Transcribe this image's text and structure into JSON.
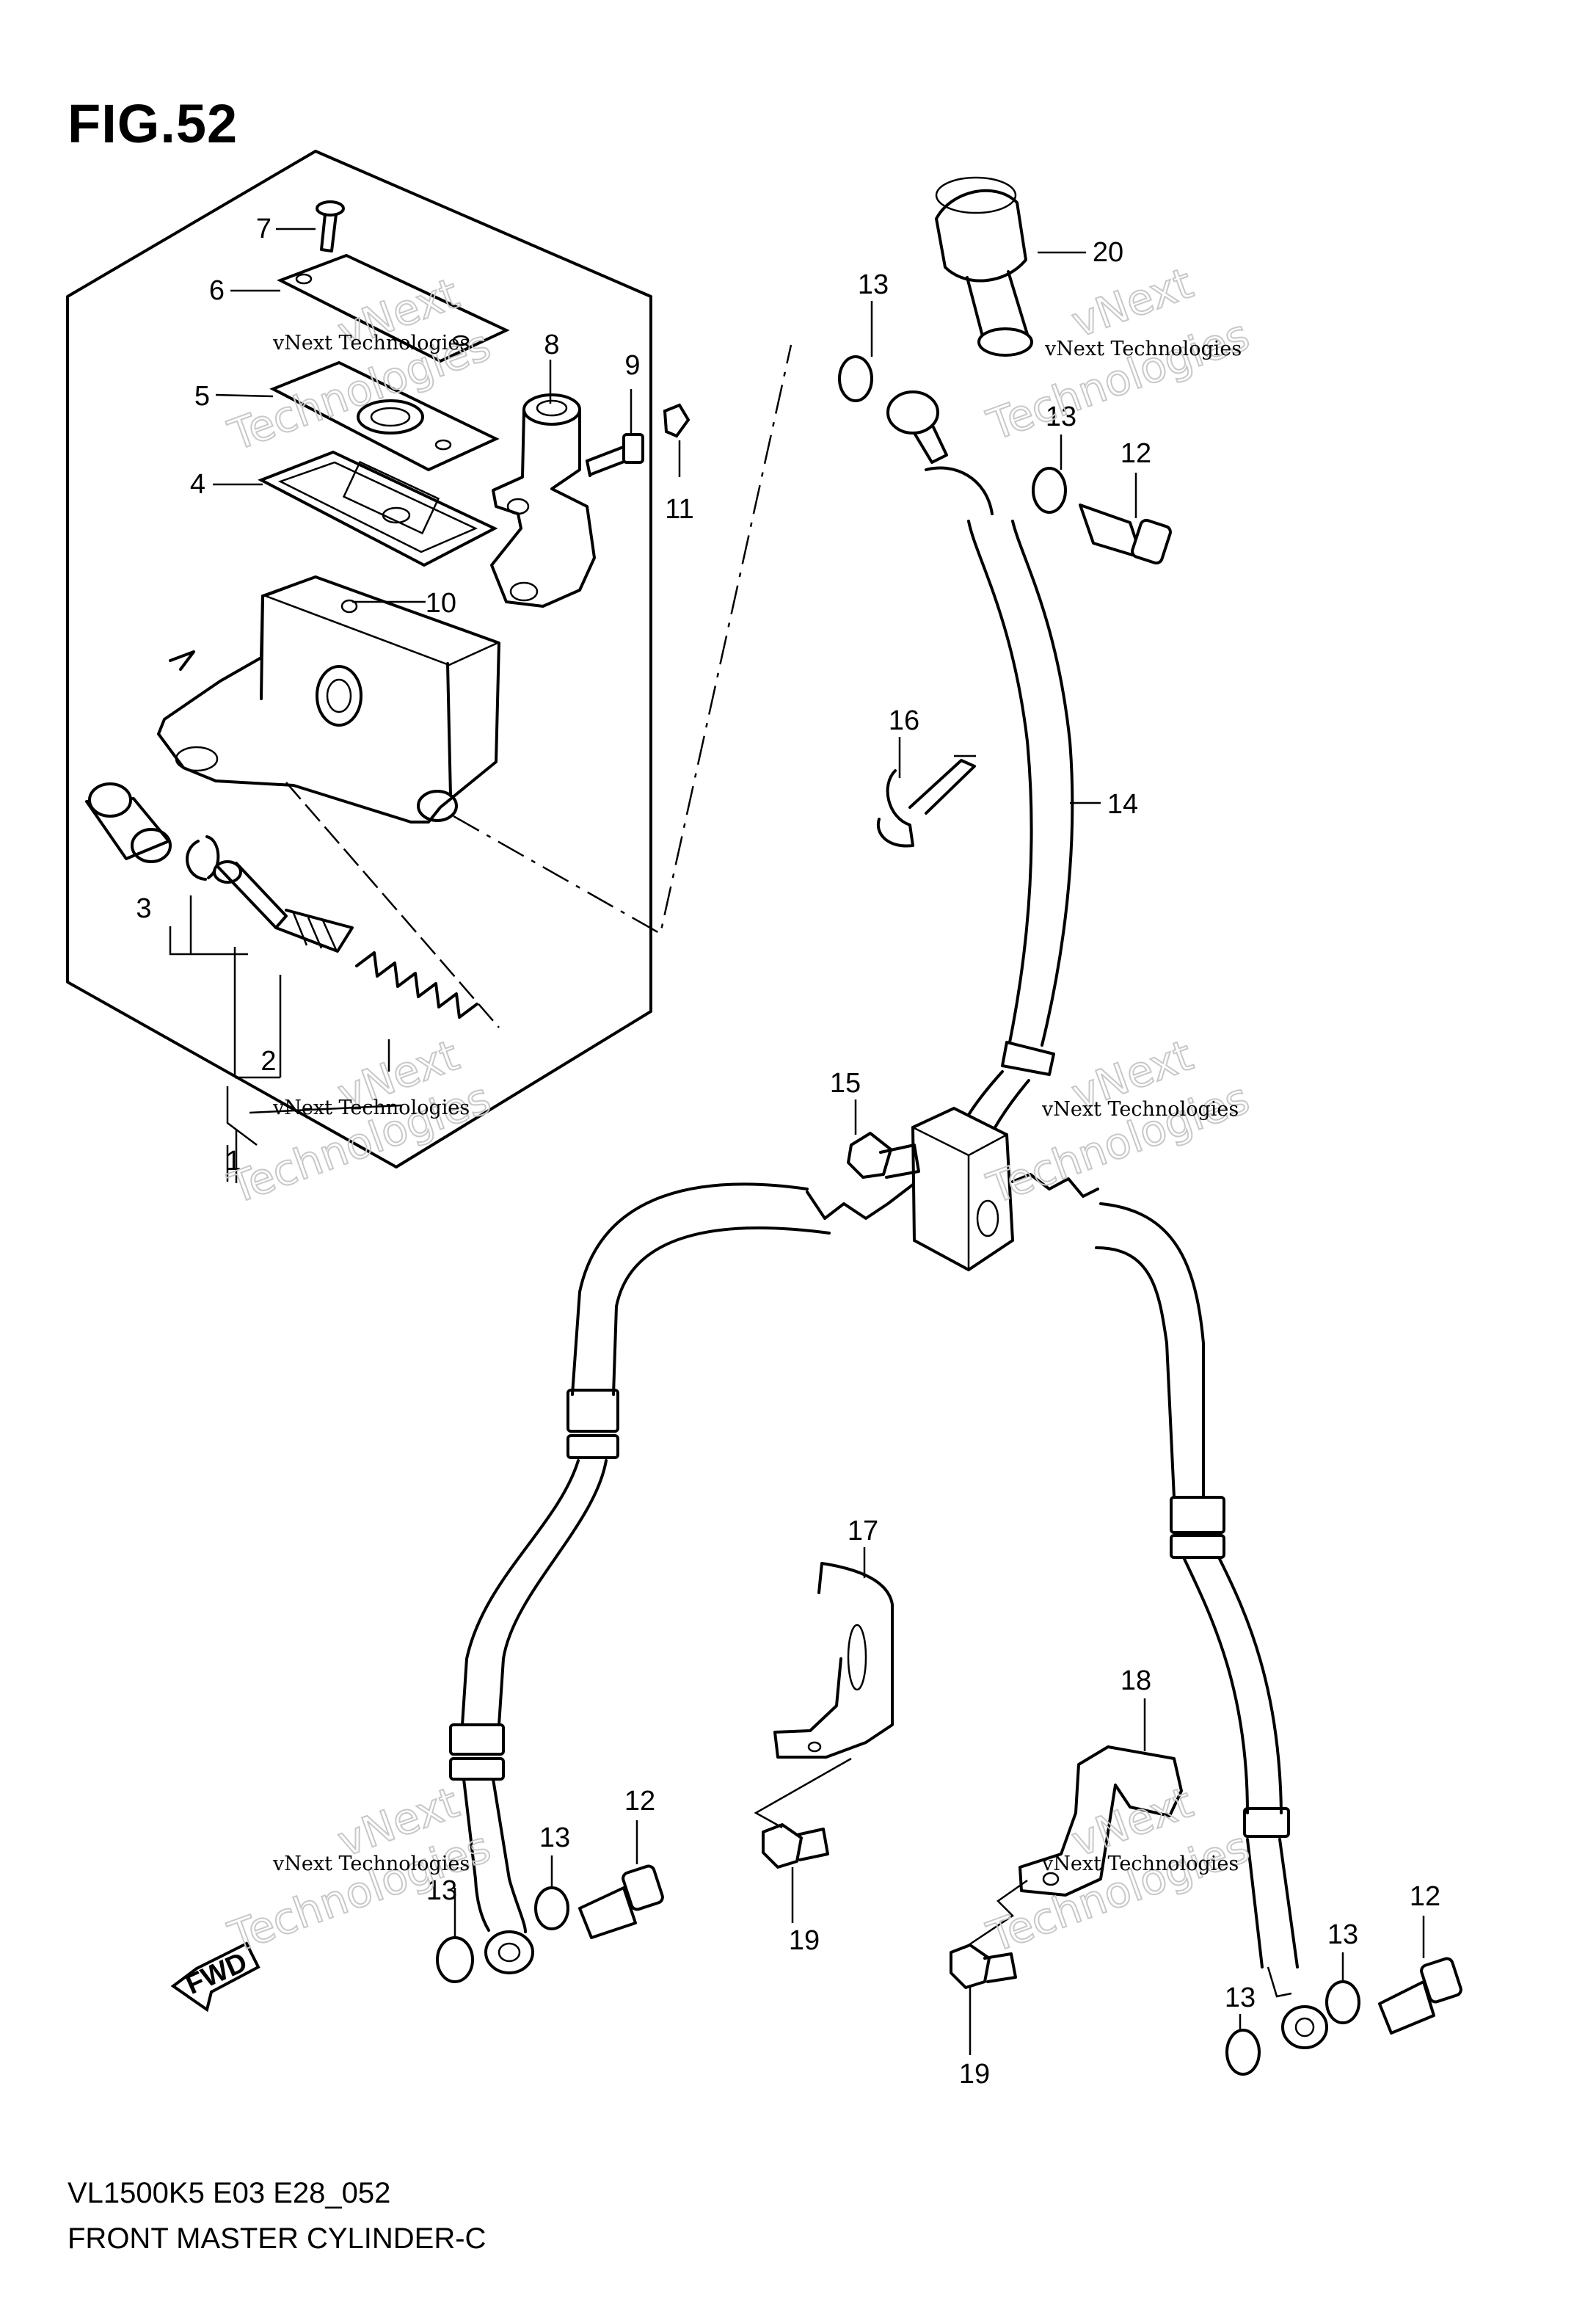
{
  "figure": {
    "label": "FIG.52",
    "model_code": "VL1500K5 E03 E28_052",
    "title": "FRONT MASTER CYLINDER-C"
  },
  "callouts": [
    {
      "id": "c1",
      "number": "1"
    },
    {
      "id": "c2",
      "number": "2"
    },
    {
      "id": "c3",
      "number": "3"
    },
    {
      "id": "c4",
      "number": "4"
    },
    {
      "id": "c5",
      "number": "5"
    },
    {
      "id": "c6",
      "number": "6"
    },
    {
      "id": "c7",
      "number": "7"
    },
    {
      "id": "c8",
      "number": "8"
    },
    {
      "id": "c9",
      "number": "9"
    },
    {
      "id": "c10",
      "number": "10"
    },
    {
      "id": "c11",
      "number": "11"
    },
    {
      "id": "c12a",
      "number": "12"
    },
    {
      "id": "c12b",
      "number": "12"
    },
    {
      "id": "c12c",
      "number": "12"
    },
    {
      "id": "c13a",
      "number": "13"
    },
    {
      "id": "c13b",
      "number": "13"
    },
    {
      "id": "c13c",
      "number": "13"
    },
    {
      "id": "c13d",
      "number": "13"
    },
    {
      "id": "c13e",
      "number": "13"
    },
    {
      "id": "c13f",
      "number": "13"
    },
    {
      "id": "c14",
      "number": "14"
    },
    {
      "id": "c15",
      "number": "15"
    },
    {
      "id": "c16",
      "number": "16"
    },
    {
      "id": "c17",
      "number": "17"
    },
    {
      "id": "c18",
      "number": "18"
    },
    {
      "id": "c19a",
      "number": "19"
    },
    {
      "id": "c19b",
      "number": "19"
    },
    {
      "id": "c20",
      "number": "20"
    }
  ],
  "watermark": {
    "line1": "vNext Technologies",
    "line2": "vNext",
    "line3": "Technologies"
  },
  "direction_badge": {
    "label": "FWD"
  }
}
